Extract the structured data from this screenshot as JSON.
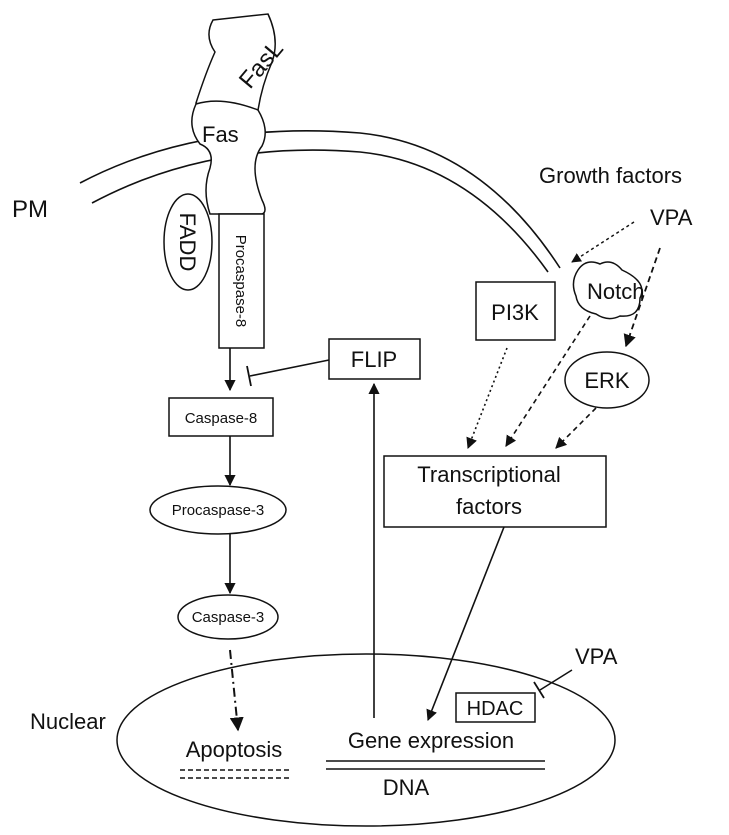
{
  "labels": {
    "fasl": "FasL",
    "fas": "Fas",
    "pm": "PM",
    "fadd": "FADD",
    "procaspase8": "Procaspase-8",
    "growth_factors": "Growth factors",
    "vpa_top": "VPA",
    "pi3k": "PI3K",
    "notch": "Notch",
    "flip": "FLIP",
    "erk": "ERK",
    "caspase8": "Caspase-8",
    "transcriptional_line1": "Transcriptional",
    "transcriptional_line2": "factors",
    "procaspase3": "Procaspase-3",
    "caspase3": "Caspase-3",
    "vpa_bottom": "VPA",
    "nuclear": "Nuclear",
    "hdac": "HDAC",
    "apoptosis": "Apoptosis",
    "gene_expression": "Gene expression",
    "dna": "DNA"
  },
  "colors": {
    "stroke": "#111111",
    "fill": "#ffffff",
    "text": "#111111"
  }
}
